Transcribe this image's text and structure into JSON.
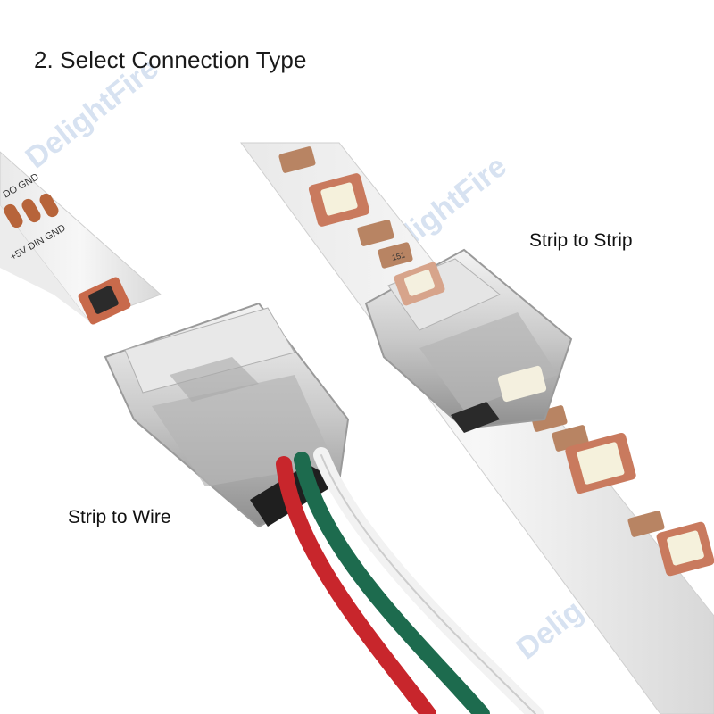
{
  "heading": "2. Select Connection Type",
  "labels": {
    "strip_to_strip": "Strip to Strip",
    "strip_to_wire": "Strip to Wire"
  },
  "watermark": "DelightFire",
  "strip_markings": {
    "pads_top": "DO GND",
    "pads_bottom": "+5V DIN GND",
    "chip": "151"
  },
  "wire_colors": {
    "red": "#c8262c",
    "green": "#1d6b4e",
    "white": "#f2f2f2"
  }
}
